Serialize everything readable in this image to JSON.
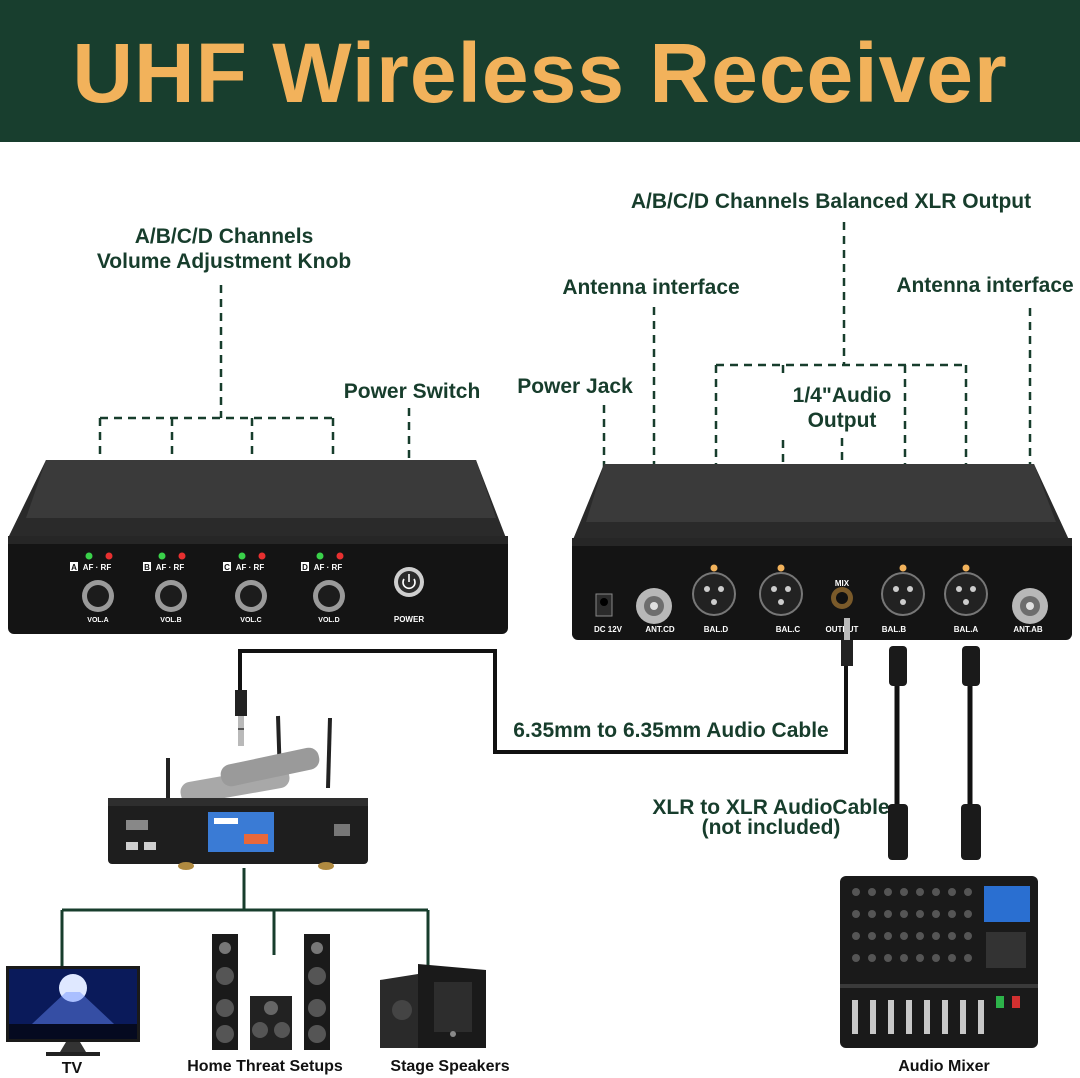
{
  "banner": {
    "title": "UHF Wireless Receiver",
    "bg_color": "#183e2e",
    "title_color": "#f2b25b"
  },
  "labels": {
    "volume_knob_line1": "A/B/C/D Channels",
    "volume_knob_line2": "Volume Adjustment Knob",
    "power_switch": "Power Switch",
    "xlr_output": "A/B/C/D Channels Balanced XLR Output",
    "antenna_left": "Antenna interface",
    "antenna_right": "Antenna interface",
    "power_jack": "Power Jack",
    "audio_output_line1": "1/4\"Audio",
    "audio_output_line2": "Output",
    "audio_cable": "6.35mm to 6.35mm Audio Cable",
    "xlr_cable_line1": "XLR to XLR AudioCable",
    "xlr_cable_line2": "(not included)"
  },
  "front_panel": {
    "channels": [
      {
        "letter": "A",
        "indicator": "AF · RF",
        "knob": "VOL.A"
      },
      {
        "letter": "B",
        "indicator": "AF · RF",
        "knob": "VOL.B"
      },
      {
        "letter": "C",
        "indicator": "AF · RF",
        "knob": "VOL.C"
      },
      {
        "letter": "D",
        "indicator": "AF · RF",
        "knob": "VOL.D"
      }
    ],
    "power": "POWER"
  },
  "rear_panel": {
    "dc": "DC 12V",
    "ant_cd": "ANT.CD",
    "bal_d": "BAL.D",
    "bal_c": "BAL.C",
    "mix": "MIX",
    "output": "OUTPUT",
    "bal_b": "BAL.B",
    "bal_a": "BAL.A",
    "ant_ab": "ANT.AB"
  },
  "outputs": {
    "tv": "TV",
    "home": "Home Threat Setups",
    "stage": "Stage Speakers",
    "mixer": "Audio Mixer"
  },
  "colors": {
    "label_green": "#173d2c",
    "accent_orange": "#f2b25b"
  }
}
